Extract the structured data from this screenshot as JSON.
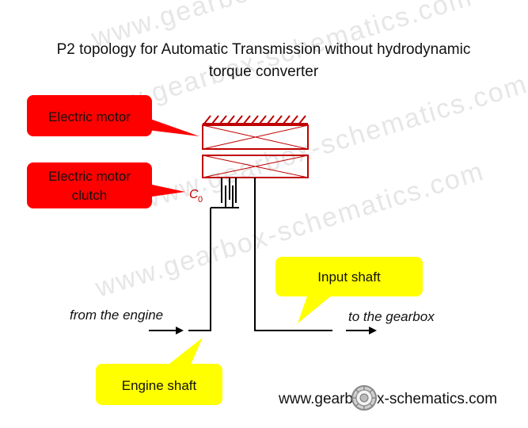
{
  "title": {
    "line1": "P2 topology for Automatic Transmission without hydrodynamic",
    "line2": "torque converter"
  },
  "callouts": {
    "electric_motor": "Electric motor",
    "motor_clutch_line1": "Electric motor",
    "motor_clutch_line2": "clutch",
    "input_shaft": "Input shaft",
    "engine_shaft": "Engine shaft"
  },
  "labels": {
    "from_engine": "from the engine",
    "to_gearbox": "to the gearbox",
    "clutch_symbol": "C",
    "clutch_subscript": "0"
  },
  "website": {
    "left": "www.gearb",
    "right": "x-schematics.com",
    "logo": "gear-logo-icon"
  },
  "watermark": "www.gearbox-schematics.com",
  "colors": {
    "red_callout": "#ff0000",
    "yellow_callout": "#ffff00",
    "diagram_red": "#c00000",
    "line": "#000000"
  }
}
